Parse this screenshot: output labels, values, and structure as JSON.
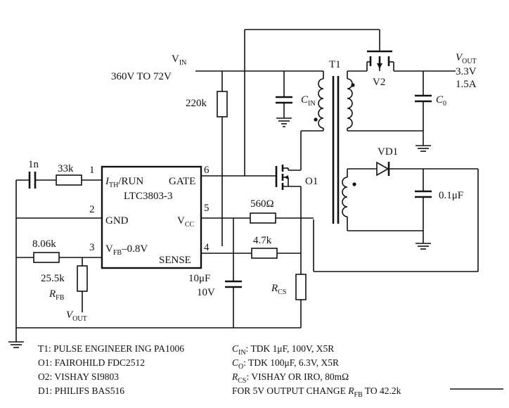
{
  "vin": {
    "sym": "V",
    "sub": "IN",
    "range": "360V TO 72V"
  },
  "vout": {
    "sym": "V",
    "sub": "OUT",
    "voltage": "3.3V",
    "current": "1.5A"
  },
  "transformer": {
    "label": "T1"
  },
  "ic": {
    "name": "LTC3803-3",
    "pins": {
      "ith_run": "I",
      "ith_sub": "TH",
      "ith_rest": "/RUN",
      "gate": "GATE",
      "gnd": "GND",
      "vcc_sym": "V",
      "vcc_sub": "CC",
      "vfb_sym": "V",
      "vfb_sub": "FB",
      "vfb_rest": "–0.8V",
      "sense": "SENSE"
    },
    "pin_numbers": [
      "1",
      "2",
      "3",
      "4",
      "5",
      "6"
    ]
  },
  "components": {
    "r_220k": "220k",
    "c_1n": "1n",
    "r_33k": "33k",
    "r_806k": "8.06k",
    "r_255k": "25.5k",
    "r_fb_sym": "R",
    "r_fb_sub": "FB",
    "vout_fb_sym": "V",
    "vout_fb_sub": "OUT",
    "r_560": "560Ω",
    "r_47k": "4.7k",
    "c_10u_val": "10μF",
    "c_10u_v": "10V",
    "r_cs_sym": "R",
    "r_cs_sub": "CS",
    "c_in_sym": "C",
    "c_in_sub": "IN",
    "c_o_sym": "C",
    "c_o_sub": "0",
    "q_o1": "O1",
    "q_v2": "V2",
    "d_vd1": "VD1",
    "c_01u": "0.1μF"
  },
  "notes_left": [
    "T1: PULSE ENGINEER ING PA1006",
    "O1: FAIROHILD FDC2512",
    "O2: VISHAY SI9803",
    "D1: PHILIFS BAS516"
  ],
  "notes_right": [
    {
      "sym": "C",
      "sub": "IN",
      "text": ": TDK 1μF, 100V, X5R"
    },
    {
      "sym": "C",
      "sub": "O",
      "text": ": TDK 100μF, 6.3V, X5R"
    },
    {
      "sym": "R",
      "sub": "CS",
      "text": ": VISHAY OR IRO, 80mΩ"
    },
    {
      "prefix": "FOR 5V OUTPUT CHANGE ",
      "sym": "R",
      "sub": "FB",
      "text": " TO 42.2k"
    }
  ]
}
